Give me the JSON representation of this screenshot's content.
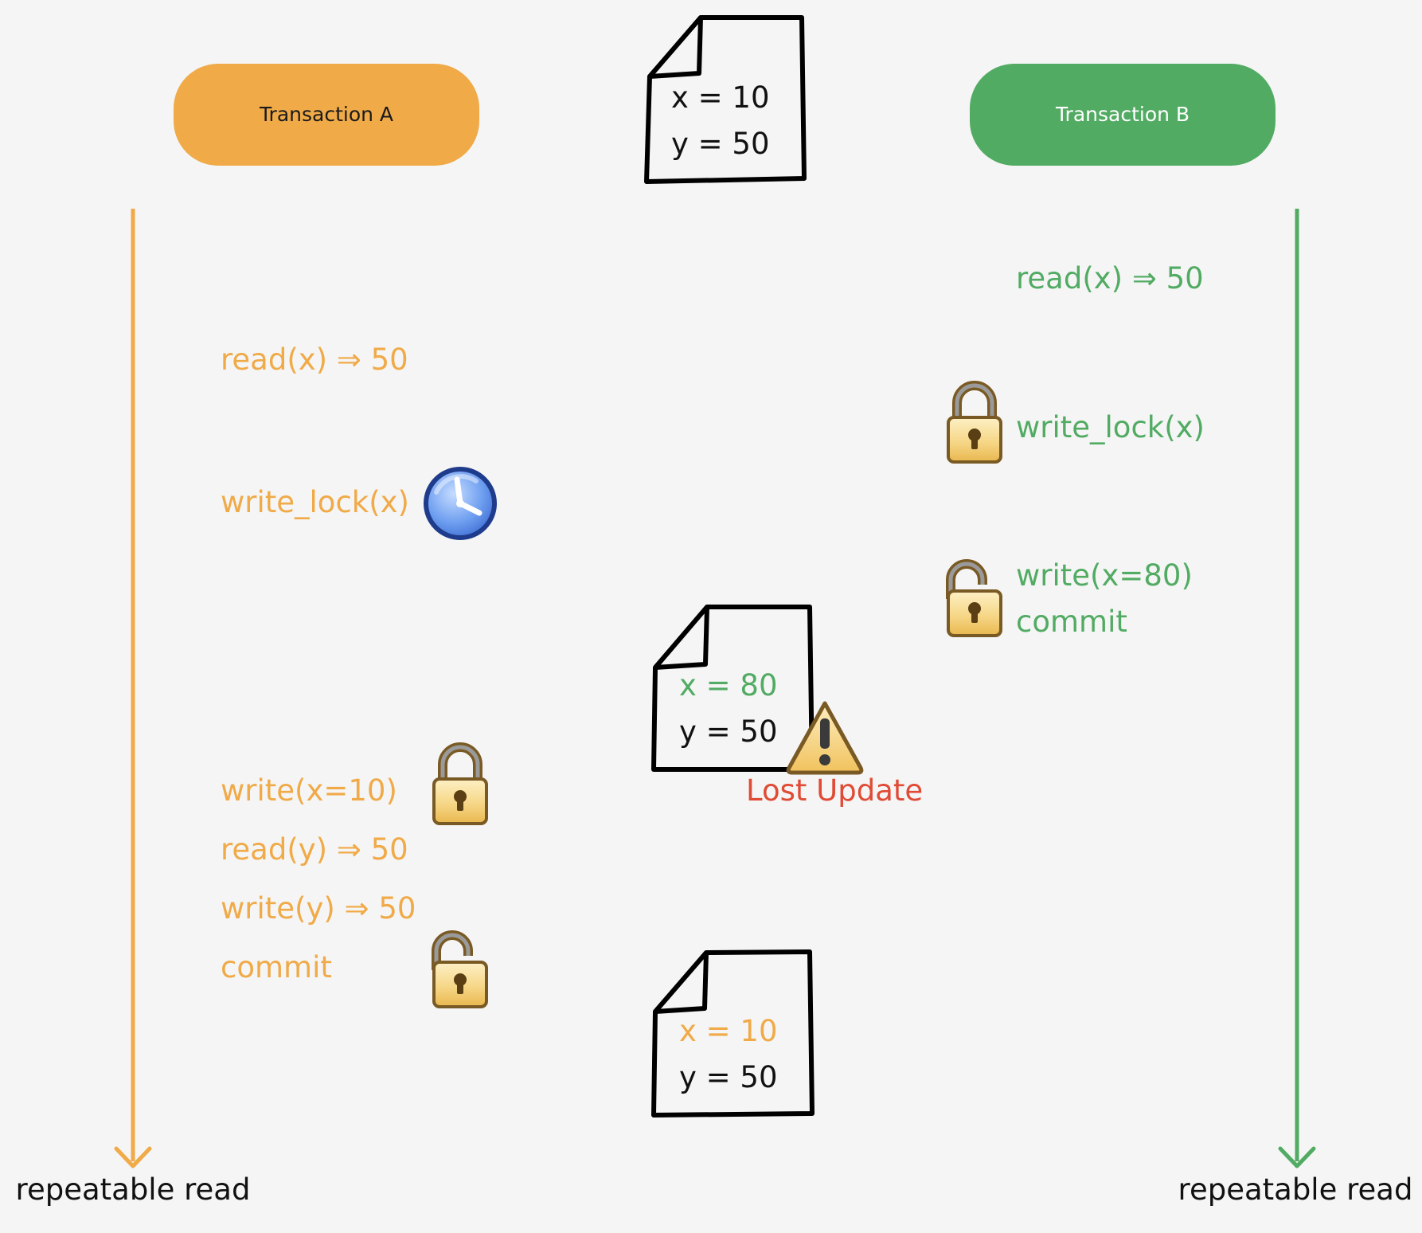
{
  "colors": {
    "background": "#f5f5f5",
    "transaction_a": "#f0aa48",
    "transaction_b": "#52ab63",
    "warning_text": "#e04b36",
    "ink": "#111111"
  },
  "transaction_a": {
    "label": "Transaction A",
    "footer": "repeatable read",
    "steps": [
      "read(x) ⇒ 50",
      "write_lock(x)",
      "write(x=10)",
      "read(y) ⇒ 50",
      "write(y) ⇒ 50",
      "commit"
    ]
  },
  "transaction_b": {
    "label": "Transaction B",
    "footer": "repeatable read",
    "steps": [
      "read(x) ⇒ 50",
      "write_lock(x)",
      "write(x=80)",
      "commit"
    ]
  },
  "documents": [
    {
      "x": "x = 10",
      "y": "y = 50"
    },
    {
      "x": "x = 80",
      "y": "y = 50"
    },
    {
      "x": "x = 10",
      "y": "y = 50"
    }
  ],
  "warning": {
    "label": "Lost Update"
  },
  "icons": {
    "lock": "lock-icon",
    "unlock": "unlock-icon",
    "clock": "clock-icon",
    "warning": "warning-icon",
    "document": "document-icon"
  }
}
